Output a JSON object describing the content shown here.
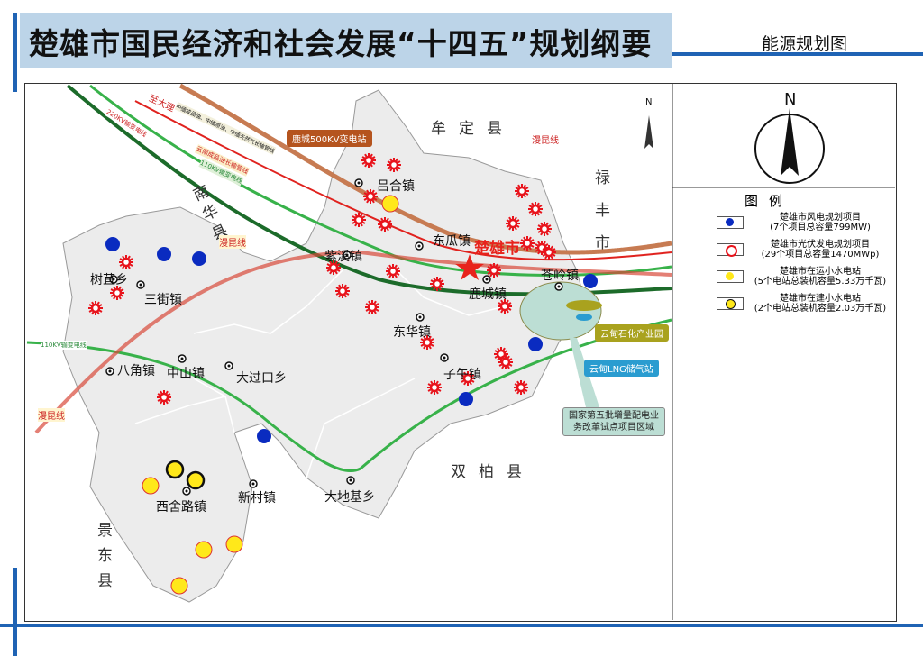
{
  "header": {
    "title": "楚雄市国民经济和社会发展“十四五”规划纲要",
    "subtitle": "能源规划图"
  },
  "compass": {
    "label": "N",
    "small_label": "N"
  },
  "legend": {
    "title": "图例",
    "items": [
      {
        "name": "楚雄市风电规划项目",
        "detail": "(7个项目总容量799MW)",
        "color": "#0a2bc0"
      },
      {
        "name": "楚雄市光伏发电规划项目",
        "detail": "(29个项目总容量1470MWp)",
        "color": "#e8141c"
      },
      {
        "name": "楚雄市在运小水电站",
        "detail": "(5个电站总装机容量5.33万千瓦)",
        "color": "#ffe81a"
      },
      {
        "name": "楚雄市在建小水电站",
        "detail": "(2个电站总装机容量2.03万千瓦)",
        "color": "#ffe81a"
      }
    ]
  },
  "regions": {
    "mouding": "牟定县",
    "lufeng": "禄丰市",
    "nanhua": "南华县",
    "shuangbai": "双柏县",
    "jingdong": "景东县",
    "chuxiong": "楚雄市"
  },
  "lines": {
    "to_dali": "至大理",
    "kv220": "220KV输变电线",
    "kv110": "110KV输变电线",
    "kv110_west": "110KV输变电线",
    "oil_pipe": "云南成品油长输管线",
    "pipelines": "中缅成品油、中缅原油、中缅天然气长输管线",
    "mankun_1": "漫昆线",
    "mankun_2": "漫昆线",
    "mankun_3": "漫昆线"
  },
  "callouts": {
    "substation": "鹿城500KV变电站",
    "petro_park": "云甸石化产业园",
    "lng": "云甸LNG储气站",
    "pilot_1": "国家第五批增量配电业",
    "pilot_2": "务改革试点项目区域"
  },
  "towns": [
    "吕合镇",
    "东瓜镇",
    "紫溪镇",
    "鹿城镇",
    "苍岭镇",
    "东华镇",
    "子午镇",
    "树苴乡",
    "三街镇",
    "八角镇",
    "中山镇",
    "大过口乡",
    "西舍路镇",
    "新村镇",
    "大地基乡"
  ]
}
